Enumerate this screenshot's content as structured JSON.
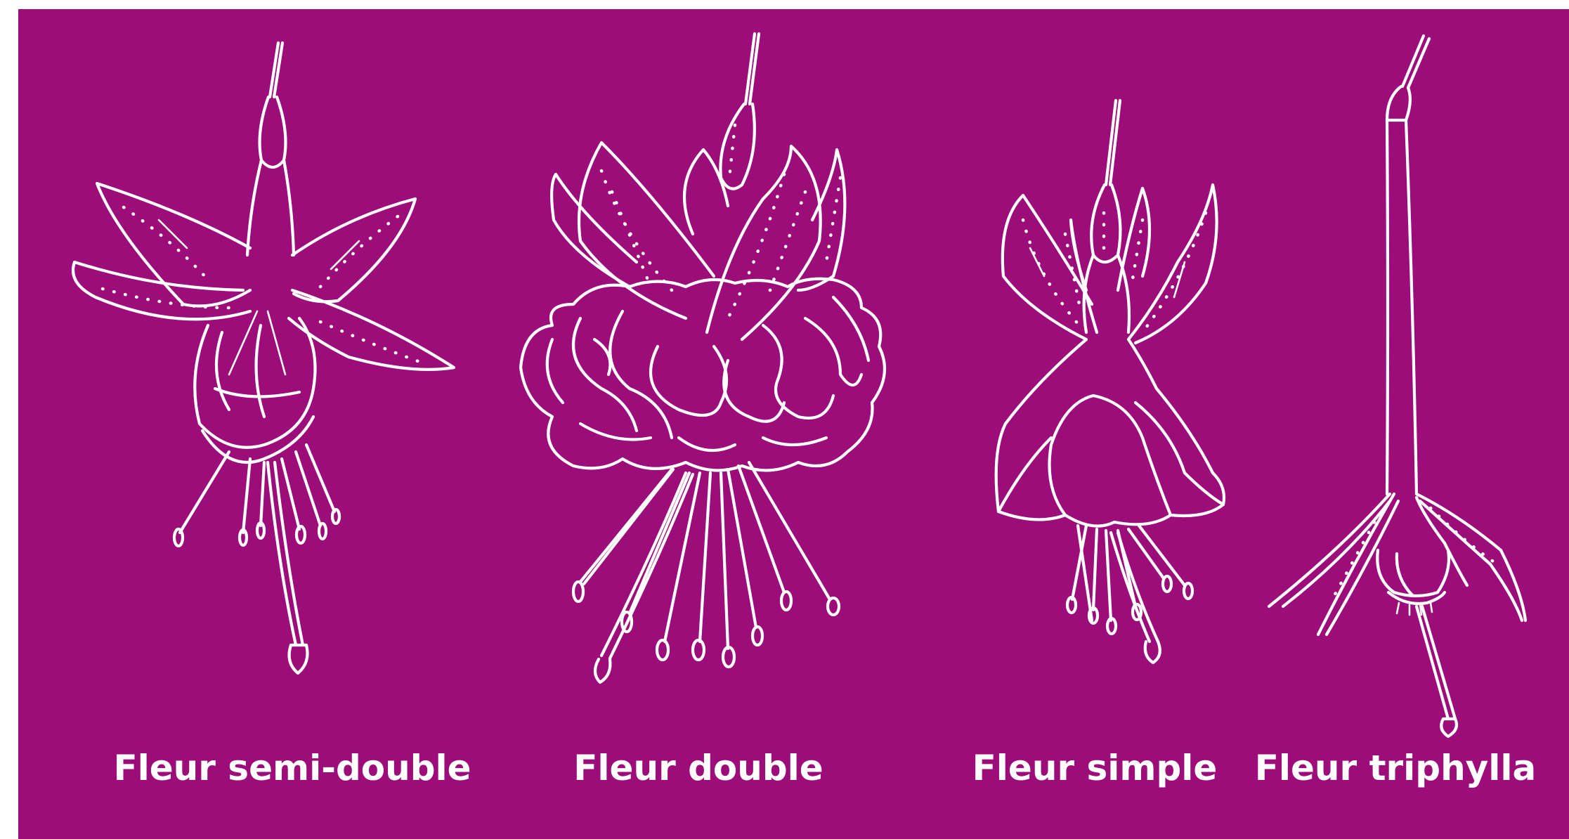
{
  "background_color": "#9c0d7a",
  "line_color": "#ffffff",
  "flowers": [
    {
      "label": "Fleur semi-double",
      "icon": "semi-double-fuchsia-flower-icon"
    },
    {
      "label": "Fleur double",
      "icon": "double-fuchsia-flower-icon"
    },
    {
      "label": "Fleur simple",
      "icon": "single-fuchsia-flower-icon"
    },
    {
      "label": "Fleur triphylla",
      "icon": "triphylla-fuchsia-flower-icon"
    }
  ]
}
